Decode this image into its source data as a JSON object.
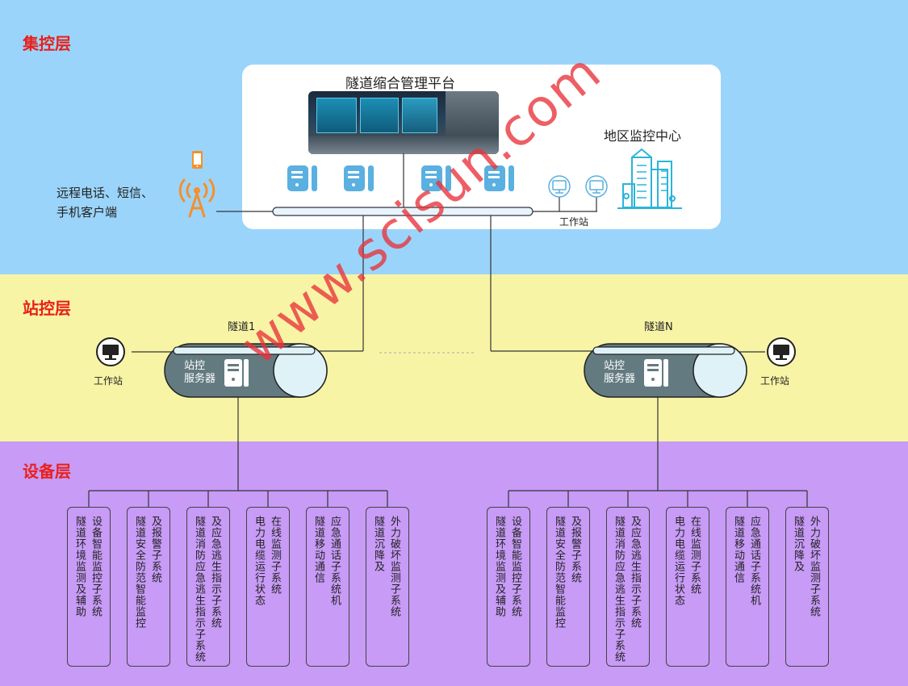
{
  "layers": {
    "top": "集控层",
    "mid": "站控层",
    "bottom": "设备层"
  },
  "platform": {
    "title": "隧道缩合管理平台",
    "regional_center": "地区监控中心",
    "workstation_label": "工作站"
  },
  "remote": {
    "line1": "远程电话、短信、",
    "line2": "手机客户端"
  },
  "tunnels": [
    {
      "name": "隧道1",
      "server_line1": "站控",
      "server_line2": "服务器",
      "workstation": "工作站"
    },
    {
      "name": "隧道N",
      "server_line1": "站控",
      "server_line2": "服务器",
      "workstation": "工作站"
    }
  ],
  "subsystems": [
    {
      "col1": "隧道环境监测及辅助",
      "col2": "设备智能监控子系统"
    },
    {
      "col1": "隧道安全防范智能监控",
      "col2": "及报警子系统"
    },
    {
      "col1": "隧道消防应急逃生指示子系统",
      "col2": "及应急逃生指示子系统"
    },
    {
      "col1": "电力电缆运行状态",
      "col2": "在线监测子系统"
    },
    {
      "col1": "隧道移动通信",
      "col2": "应急通话子系统机"
    },
    {
      "col1": "隧道沉降及",
      "col2": "外力破坏监测子系统"
    }
  ],
  "watermark": "www.scisun.com",
  "colors": {
    "top_band": "#9bd4fb",
    "mid_band": "#f8f4a6",
    "bottom_band": "#c79bf6",
    "layer_label": "#e8201a",
    "accent_orange": "#f5902a",
    "watermark": "#e8323a"
  }
}
